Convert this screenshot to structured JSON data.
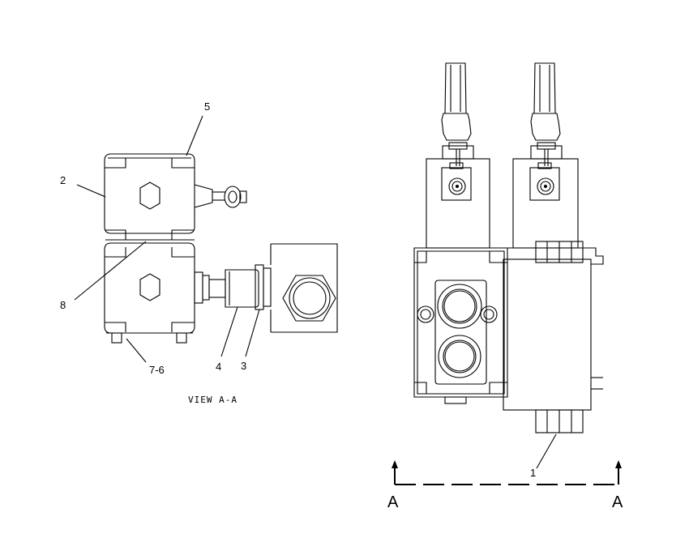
{
  "callouts": {
    "c1": "1",
    "c2": "2",
    "c3": "3",
    "c4": "4",
    "c5": "5",
    "c7_6": "7-6",
    "c8": "8"
  },
  "view_label": "VIEW A-A",
  "section_marks": {
    "left": "A",
    "right": "A"
  }
}
